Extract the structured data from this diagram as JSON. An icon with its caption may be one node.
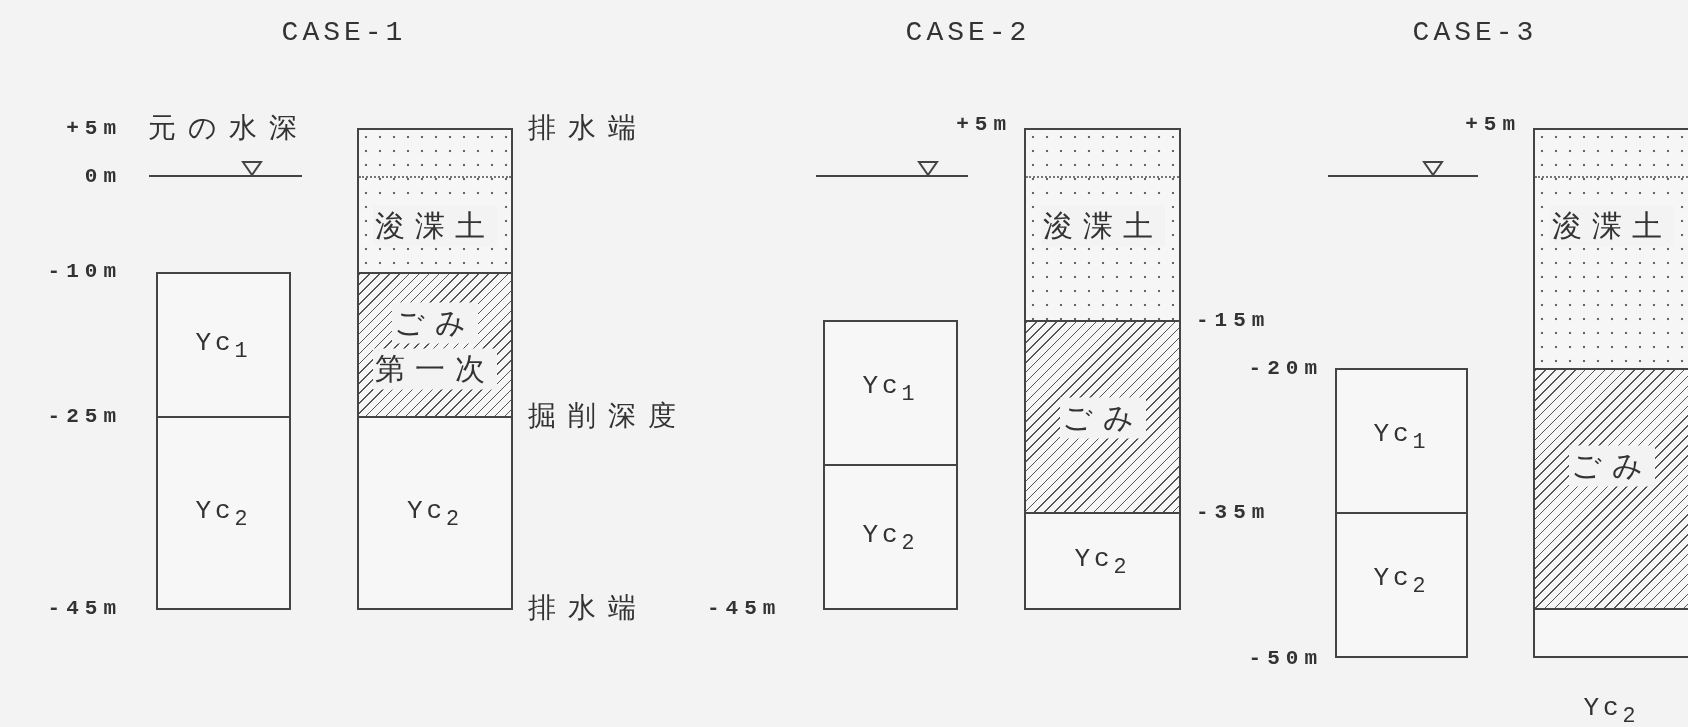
{
  "diagram": {
    "nodes": [
      {
        "text": [
          "Yc$_{1}$"
        ]
      },
      {
        "text": [
          "Yc$_{2}$"
        ]
      },
      {
        "text": [
          "浚渫土"
        ]
      },
      {
        "text": [
          "ごみ",
          "第一次"
        ]
      },
      {
        "text": [
          "Yc$_{2}$"
        ]
      },
      {
        "text": [
          "Yc$_{1}$"
        ]
      },
      {
        "text": [
          "Yc$_{2}$"
        ]
      },
      {
        "text": [
          "浚渫土"
        ]
      },
      {
        "text": [
          "ごみ"
        ]
      },
      {
        "text": [
          "Yc$_{2}$"
        ]
      },
      {
        "text": [
          "Yc$_{1}$"
        ]
      },
      {
        "text": [
          "Yc$_{2}$"
        ]
      },
      {
        "text": [
          "浚渫土"
        ]
      },
      {
        "text": [
          "ごみ"
        ]
      },
      {
        "text": [
          "Yc$_{2}$"
        ]
      }
    ],
    "labels": [
      "CASE-1",
      "CASE-2",
      "CASE-3",
      "+5m",
      "元の水深",
      "排水端",
      "0m",
      "-10m",
      "-25m",
      "掘削深度",
      "-45m",
      "排水端",
      "-45m",
      "+5m",
      "+5m",
      "-15m",
      "-20m",
      "-35m",
      "-50m"
    ]
  }
}
